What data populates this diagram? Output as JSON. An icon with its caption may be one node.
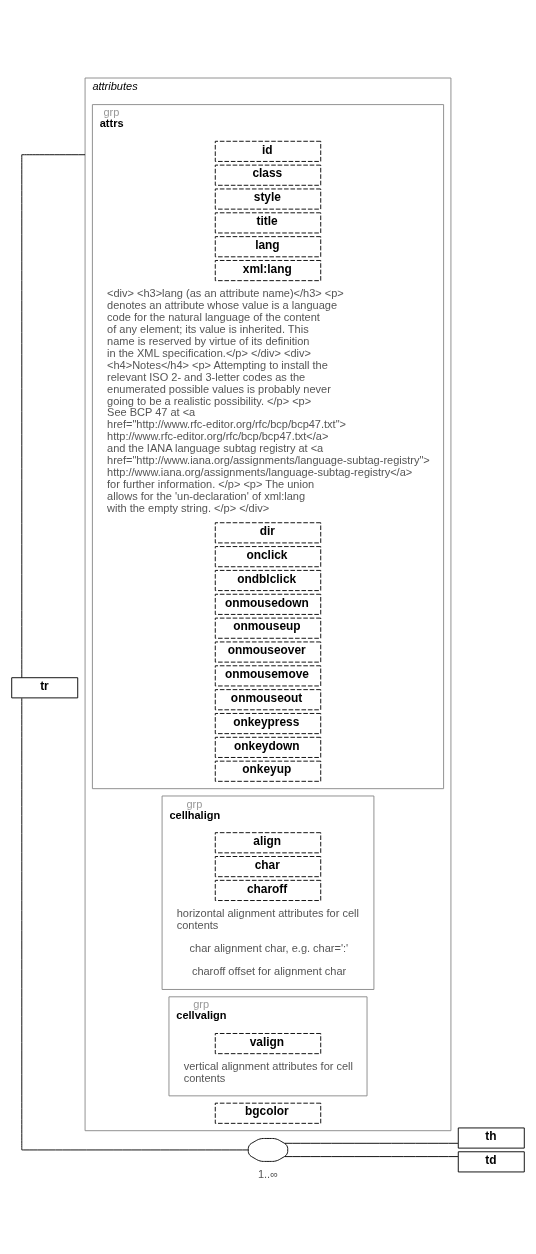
{
  "diagram": {
    "nodes": [
      {
        "text": [
          "tr"
        ]
      },
      {
        "text": [
          "attributes"
        ]
      },
      {
        "text": [
          "grp",
          "attrs"
        ],
        "in": 1
      },
      {
        "text": [
          "id"
        ],
        "in": 2
      },
      {
        "text": [
          "class"
        ],
        "in": 2
      },
      {
        "text": [
          "style"
        ],
        "in": 2
      },
      {
        "text": [
          "title"
        ],
        "in": 2
      },
      {
        "text": [
          "lang"
        ],
        "in": 2
      },
      {
        "text": [
          "xml:lang"
        ],
        "in": 2,
        "beside": [
          "<div> <h3>lang (as an attribute name)</h3> <p> denotes an attribute whose value is a language code for the natural language of the content of any element; its value is inherited. This name is reserved by virtue of its definition in the XML specification.</p> </div> <div> <h4>Notes</h4> <p> Attempting to install the relevant ISO 2- and 3-letter codes as the enumerated possible values is probably never going to be a realistic possibility. </p> <p> See BCP 47 at <a href=\"http://www.rfc-editor.org/rfc/bcp/bcp47.txt\"> http://www.rfc-editor.org/rfc/bcp/bcp47.txt</a> and the IANA language subtag registry at <a href=\"http://www.iana.org/assignments/language-subtag-registry\"> http://www.iana.org/assignments/language-subtag-registry</a> for further information. </p> <p> The union allows for the 'un-declaration' of xml:lang with the empty string. </p> </div>"
        ]
      },
      {
        "text": [
          "dir"
        ],
        "in": 2
      },
      {
        "text": [
          "onclick"
        ],
        "in": 2
      },
      {
        "text": [
          "ondblclick"
        ],
        "in": 2
      },
      {
        "text": [
          "onmousedown"
        ],
        "in": 2
      },
      {
        "text": [
          "onmouseup"
        ],
        "in": 2
      },
      {
        "text": [
          "onmouseover"
        ],
        "in": 2
      },
      {
        "text": [
          "onmousemove"
        ],
        "in": 2
      },
      {
        "text": [
          "onmouseout"
        ],
        "in": 2
      },
      {
        "text": [
          "onkeypress"
        ],
        "in": 2
      },
      {
        "text": [
          "onkeydown"
        ],
        "in": 2
      },
      {
        "text": [
          "onkeyup"
        ],
        "in": 2
      },
      {
        "text": [
          "grp",
          "cellhalign"
        ],
        "in": 1,
        "beside": [
          "horizontal alignment attributes for cell contents",
          "char alignment char, e.g. char=':'",
          "charoff offset for alignment char"
        ]
      },
      {
        "text": [
          "align"
        ],
        "in": 20
      },
      {
        "text": [
          "char"
        ],
        "in": 20
      },
      {
        "text": [
          "charoff"
        ],
        "in": 20
      },
      {
        "text": [
          "grp",
          "cellvalign"
        ],
        "in": 1,
        "beside": [
          "vertical alignment attributes for cell contents"
        ]
      },
      {
        "text": [
          "valign"
        ],
        "in": 24
      },
      {
        "text": [
          "bgcolor"
        ],
        "in": 1
      },
      {
        "text": [],
        "shape": "octagon",
        "beside": [
          "1..∞"
        ]
      },
      {
        "text": [
          "th"
        ]
      },
      {
        "text": [
          "td"
        ]
      }
    ],
    "edges": [
      {
        "from": 0,
        "to": 1,
        "arrow": "none"
      },
      {
        "from": 0,
        "to": 27,
        "arrow": "none"
      },
      {
        "from": 27,
        "to": 28,
        "arrow": "none"
      },
      {
        "from": 27,
        "to": 29,
        "arrow": "none"
      }
    ]
  }
}
